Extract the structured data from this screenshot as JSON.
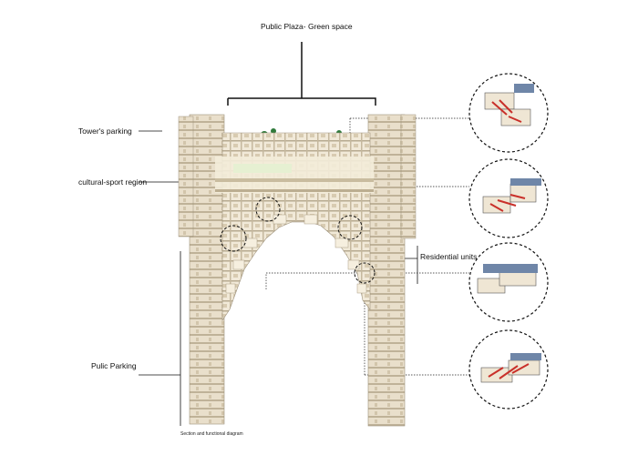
{
  "labels": {
    "top": "Public Plaza- Green space",
    "tower_parking": "Tower's parking",
    "cultural": "cultural-sport region",
    "residential": "Residential units",
    "public_parking": "Pulic Parking"
  },
  "caption": "Section and functional diagram",
  "colors": {
    "building_light": "#efe6d4",
    "building_mid": "#d9ccb2",
    "building_dark": "#8f8471",
    "unit_blue": "#6f86a8",
    "unit_red": "#c9302a",
    "green": "#2f7a3b"
  }
}
